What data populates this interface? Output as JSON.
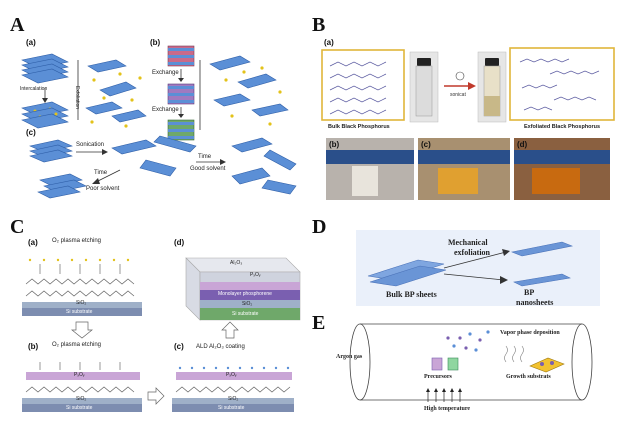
{
  "panels": {
    "A": {
      "letter": "A",
      "sub_a": "(a)",
      "sub_b": "(b)",
      "sub_c": "(c)",
      "intercalation": "Intercalation",
      "exfoliation": "Exfoliation",
      "exchange1": "Exchange",
      "exchange2": "Exchange",
      "sonication": "Sonication",
      "time1": "Time",
      "poor_solvent": "Poor solvent",
      "time2": "Time",
      "good_solvent": "Good solvent"
    },
    "B": {
      "letter": "B",
      "sub_a": "(a)",
      "bulk_label": "Bulk Black Phosphorus",
      "exfoliated_label": "Exfoliated Black Phosphorus",
      "arrow_label": "sonicat",
      "sub_b": "(b)",
      "sub_c": "(c)",
      "sub_d": "(d)"
    },
    "C": {
      "letter": "C",
      "sub_a": "(a)",
      "sub_b": "(b)",
      "sub_c": "(c)",
      "sub_d": "(d)",
      "etch1": "O₂ plasma etching",
      "etch2": "O₂ plasma etching",
      "sio2_a": "SiO₂",
      "si_a": "Si substrate",
      "pxoy_b": "PₓOᵧ",
      "sio2_b": "SiO₂",
      "si_b": "Si substrate",
      "ald": "ALD Al₂O₃ coating",
      "pxoy_c": "PₓOᵧ",
      "sio2_c": "SiO₂",
      "si_c": "Si substrate",
      "al2o3_d": "Al₂O₃",
      "pxoy_d": "PₓOᵧ",
      "mono_d": "Monolayer phosphorene",
      "sio2_d": "SiO₂",
      "si_d": "Si substrate"
    },
    "D": {
      "letter": "D",
      "mechanical": "Mechanical",
      "exfoliation": "exfoliation",
      "bulk": "Bulk BP sheets",
      "bp": "BP",
      "nanosheets": "nanosheets"
    },
    "E": {
      "letter": "E",
      "vapor": "Vapor phase deposition",
      "argon": "Argon gas",
      "precursors": "Precursors",
      "growth": "Growth substrats",
      "high_temp": "High temperature"
    }
  },
  "colors": {
    "sheet": "#5b8fd6",
    "sheet_dark": "#2f5fa8",
    "dot": "#e3c21a",
    "sio2": "#9fb0c8",
    "si": "#7d8db0",
    "pxoy": "#c9a5d6",
    "mono": "#7a5fb0",
    "green": "#6fa86a"
  }
}
